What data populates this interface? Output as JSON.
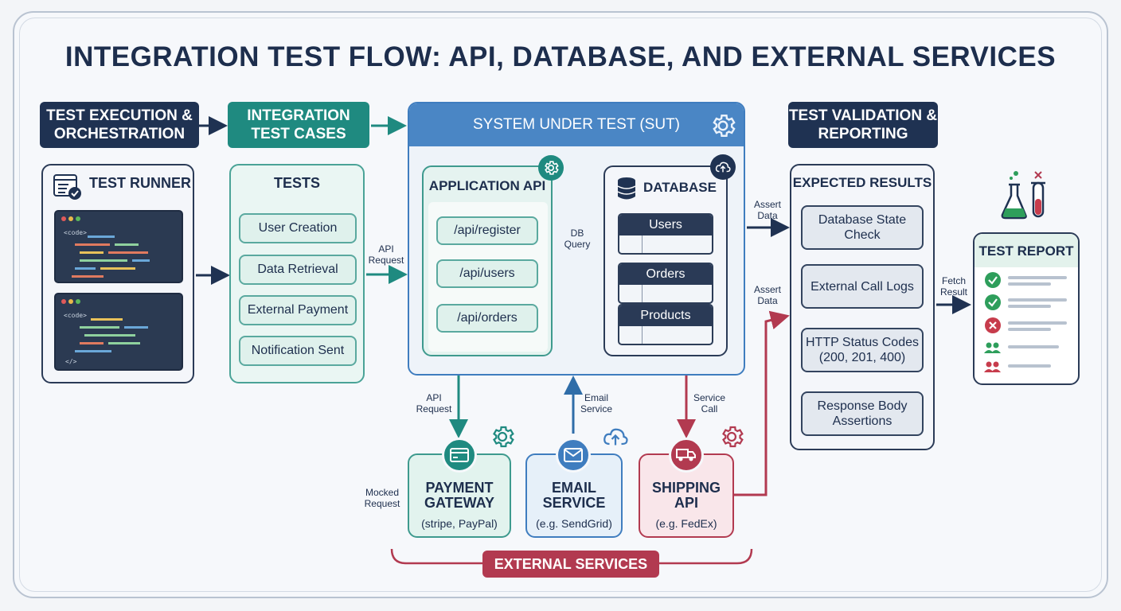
{
  "title": "INTEGRATION TEST FLOW: API, DATABASE, AND EXTERNAL SERVICES",
  "headers": {
    "orchestration": "TEST EXECUTION & ORCHESTRATION",
    "test_cases": "INTEGRATION TEST CASES",
    "validation": "TEST VALIDATION & REPORTING"
  },
  "runner": {
    "title": "TEST RUNNER",
    "code_tag_1": "<code>",
    "code_tag_2": "<code>",
    "code_end": "</>"
  },
  "tests": {
    "title": "TESTS",
    "items": [
      "User Creation",
      "Data Retrieval",
      "External Payment",
      "Notification Sent"
    ]
  },
  "sut": {
    "title": "SYSTEM UNDER TEST (SUT)"
  },
  "api": {
    "title": "APPLICATION API",
    "endpoints": [
      "/api/register",
      "/api/users",
      "/api/orders"
    ]
  },
  "database": {
    "title": "DATABASE",
    "tables": [
      "Users",
      "Orders",
      "Products"
    ]
  },
  "expected": {
    "title": "EXPECTED RESULTS",
    "items": [
      "Database State Check",
      "External Call Logs",
      "HTTP Status Codes (200, 201, 400)",
      "Response Body Assertions"
    ]
  },
  "report": {
    "title": "TEST REPORT"
  },
  "external": {
    "label": "EXTERNAL SERVICES",
    "payment": {
      "name": "PAYMENT GATEWAY",
      "sub": "(stripe, PayPal)"
    },
    "email": {
      "name": "EMAIL SERVICE",
      "sub": "(e.g. SendGrid)"
    },
    "shipping": {
      "name": "SHIPPING API",
      "sub": "(e.g. FedEx)"
    }
  },
  "edges": {
    "api_request": "API Request",
    "db_query": "DB Query",
    "assert_data_1": "Assert Data",
    "assert_data_2": "Assert Data",
    "fetch_result": "Fetch Result",
    "api_request_2": "API Request",
    "email_service": "Email Service",
    "service_call": "Service Call",
    "mocked_request": "Mocked Request"
  },
  "colors": {
    "navy": "#1f3252",
    "teal": "#1f8a80",
    "blue": "#3f7dbf",
    "red": "#b23a50",
    "green": "#2e9e5b"
  }
}
